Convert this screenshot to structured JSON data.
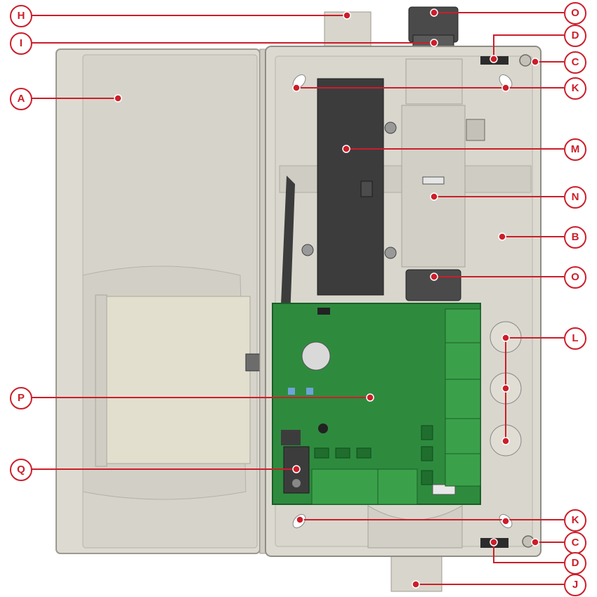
{
  "diagram": {
    "callouts": [
      {
        "id": "H",
        "label": "H"
      },
      {
        "id": "I",
        "label": "I"
      },
      {
        "id": "A",
        "label": "A"
      },
      {
        "id": "Q",
        "label": "Q"
      },
      {
        "id": "P",
        "label": "P"
      },
      {
        "id": "O1",
        "label": "O"
      },
      {
        "id": "D1",
        "label": "D"
      },
      {
        "id": "C1",
        "label": "C"
      },
      {
        "id": "K1",
        "label": "K"
      },
      {
        "id": "M",
        "label": "M"
      },
      {
        "id": "N",
        "label": "N"
      },
      {
        "id": "B",
        "label": "B"
      },
      {
        "id": "O2",
        "label": "O"
      },
      {
        "id": "L",
        "label": "L"
      },
      {
        "id": "K2",
        "label": "K"
      },
      {
        "id": "C2",
        "label": "C"
      },
      {
        "id": "D2",
        "label": "D"
      },
      {
        "id": "J",
        "label": "J"
      }
    ]
  },
  "colors": {
    "callout_red": "#cc1e2a",
    "enclosure": "#dcdad0",
    "enclosure_edge": "#a9a79d",
    "pcb": "#2e8b3e",
    "terminal_green": "#3aa14a",
    "dark_component": "#3c3c3c"
  }
}
